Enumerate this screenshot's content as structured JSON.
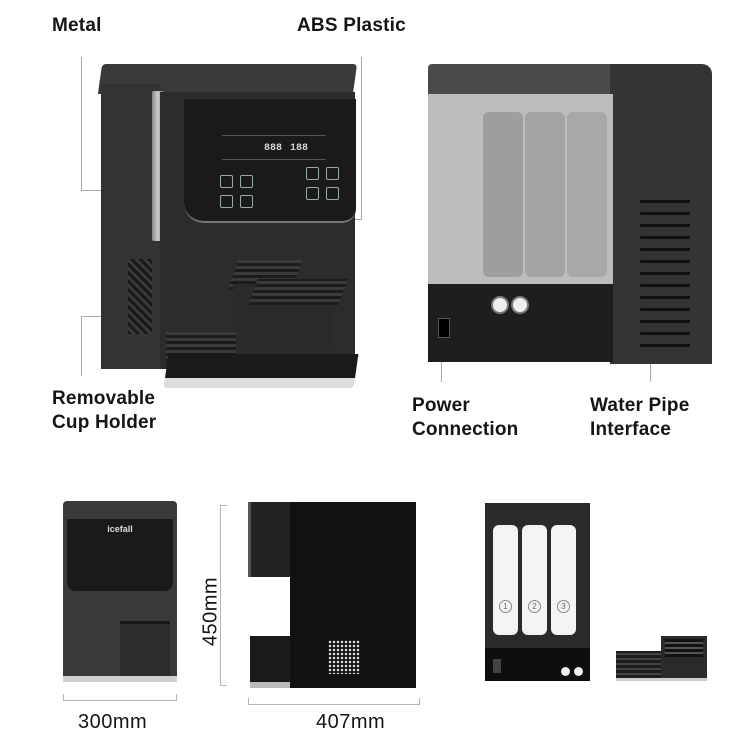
{
  "callouts": {
    "metal": "Metal",
    "abs_plastic": "ABS Plastic",
    "cup_holder_line1": "Removable",
    "cup_holder_line2": "Cup Holder",
    "power_line1": "Power",
    "power_line2": "Connection",
    "water_line1": "Water Pipe",
    "water_line2": "Interface"
  },
  "front_panel": {
    "lcd_left": "888",
    "lcd_right": "188"
  },
  "front_view": {
    "brand": "icefall",
    "width_dimension": "300mm"
  },
  "side_view": {
    "height_dimension": "450mm",
    "depth_dimension": "407mm"
  },
  "filters": {
    "numbers": [
      "1",
      "2",
      "3"
    ]
  },
  "colors": {
    "body": "#2c2c2e",
    "panel": "#1a1a1b",
    "leader_line": "#a8a8a8",
    "text": "#151515"
  }
}
